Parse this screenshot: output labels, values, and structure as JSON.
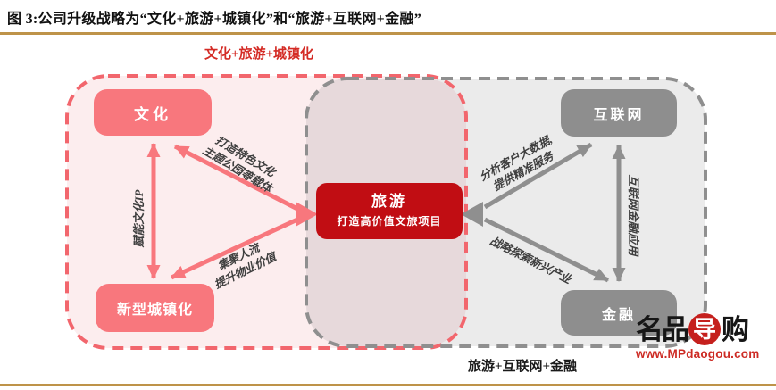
{
  "header": {
    "title": "图 3:公司升级战略为“文化+旅游+城镇化”和“旅游+互联网+金融”"
  },
  "groups": {
    "left_label": "文化+旅游+城镇化",
    "right_label": "旅游+互联网+金融"
  },
  "nodes": {
    "culture": "文化",
    "urbanization": "新型城镇化",
    "tourism": "旅游",
    "tourism_subtitle": "打造高价值文旅项目",
    "internet": "互联网",
    "finance": "金融"
  },
  "edges": {
    "culture_tourism": [
      "打造特色文化",
      "主题公园等载体"
    ],
    "culture_urbanization": "赋能文化IP",
    "urbanization_tourism": [
      "集聚人流",
      "提升物业价值"
    ],
    "internet_tourism": [
      "分析客户大数据,",
      "提供精准服务"
    ],
    "internet_finance": "互联网金融应用",
    "finance_tourism": "战略探索新兴产业"
  },
  "watermark": {
    "brand_left": "名品",
    "brand_circle": "导",
    "brand_right": "购",
    "url": "www.MPdaogou.com"
  },
  "colors": {
    "salmon": "#F8777D",
    "dark_red": "#C10D13",
    "pink_fill": "#FCEDEE",
    "overlap_fill": "#E7D9DB",
    "gray_fill": "#EBEBEB",
    "gray_node": "#8E8E8E",
    "red_dash": "#F2666D",
    "gray_dash": "#8F8F8F",
    "gold_rule": "#BE9349",
    "red_label": "#D42B25"
  }
}
